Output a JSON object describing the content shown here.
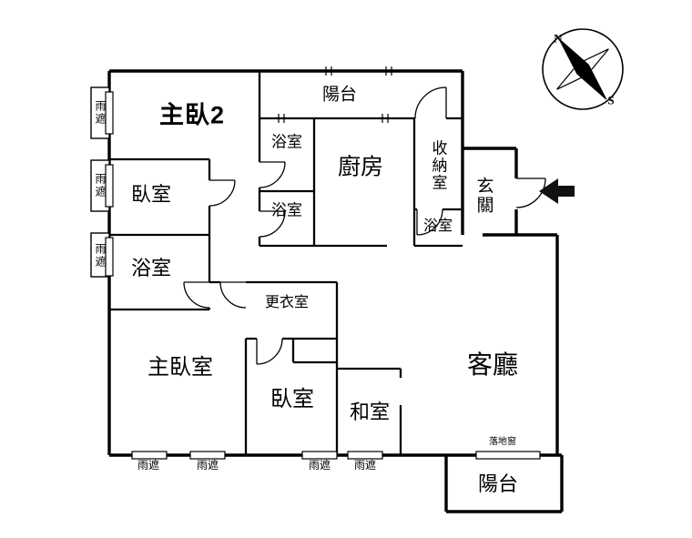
{
  "compass": {
    "north": "N",
    "south": "S"
  },
  "rooms": {
    "master2": "主臥2",
    "balcony_top": "陽台",
    "bath_a": "浴室",
    "bath_b": "浴室",
    "kitchen": "廚房",
    "storage": "收納室",
    "bath_c": "浴室",
    "entry": "玄關",
    "bedroom_upper": "臥室",
    "bath_left": "浴室",
    "closet": "更衣室",
    "master1": "主臥室",
    "bedroom_lower": "臥室",
    "tatami": "和室",
    "living": "客廳",
    "balcony_bottom": "陽台"
  },
  "annotations": {
    "canopy": "雨遮",
    "floor_window": "落地窗"
  },
  "colors": {
    "wall": "#000000",
    "arrow": "#111111",
    "background": "#ffffff"
  }
}
